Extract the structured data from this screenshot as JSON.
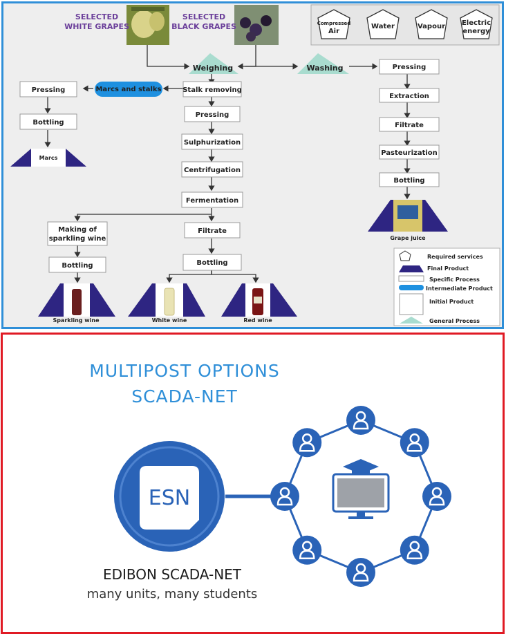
{
  "colors": {
    "frame_top": "#2f8fd8",
    "frame_bottom": "#e01a24",
    "final_product": "#2e2582",
    "intermediate": "#1e90e0",
    "general": "#a9dccf",
    "accent_blue": "#2a63b7",
    "title_blue": "#2f8fd8"
  },
  "headers": {
    "white_grapes_1": "SELECTED",
    "white_grapes_2": "WHITE GRAPES",
    "black_grapes_1": "SELECTED",
    "black_grapes_2": "BLACK GRAPES"
  },
  "services": {
    "compressed_air_1": "Compressed",
    "compressed_air_2": "Air",
    "water": "Water",
    "vapour": "Vapour",
    "electric_1": "Electric",
    "electric_2": "energy"
  },
  "general": {
    "weighing": "Weighing",
    "washing": "Washing"
  },
  "intermediate": {
    "marcs_stalks": "Marcs and stalks"
  },
  "process": {
    "pressing_left": "Pressing",
    "bottling_left": "Bottling",
    "stalk_removing": "Stalk removing",
    "pressing_center": "Pressing",
    "sulphurization": "Sulphurization",
    "centrifugation": "Centrifugation",
    "fermentation": "Fermentation",
    "making_sparkling_1": "Making of",
    "making_sparkling_2": "sparkling wine",
    "bottling_sparkling": "Bottling",
    "filtrate_center": "Filtrate",
    "bottling_center": "Bottling",
    "pressing_right": "Pressing",
    "extraction": "Extraction",
    "filtrate_right": "Filtrate",
    "pasteurization": "Pasteurization",
    "bottling_right": "Bottling"
  },
  "products": {
    "marcs": "Marcs",
    "grape_juice": "Grape juice",
    "sparkling_wine": "Sparkling wine",
    "white_wine": "White wine",
    "red_wine": "Red wine"
  },
  "legend": {
    "required_services": "Required services",
    "final_product": "Final Product",
    "specific_process": "Specific Process",
    "intermediate_product": "Intermediate Product",
    "initial_product": "Initial Product",
    "general_process": "General Process"
  },
  "bottom": {
    "title_1": "MULTIPOST OPTIONS",
    "title_2": "SCADA-NET",
    "esn": "ESN",
    "brand": "EDIBON SCADA-NET",
    "tagline": "many units, many students"
  },
  "icons": {
    "students": "student-icon",
    "computer": "computer-icon",
    "graduation_cap": "graduation-cap-icon"
  }
}
